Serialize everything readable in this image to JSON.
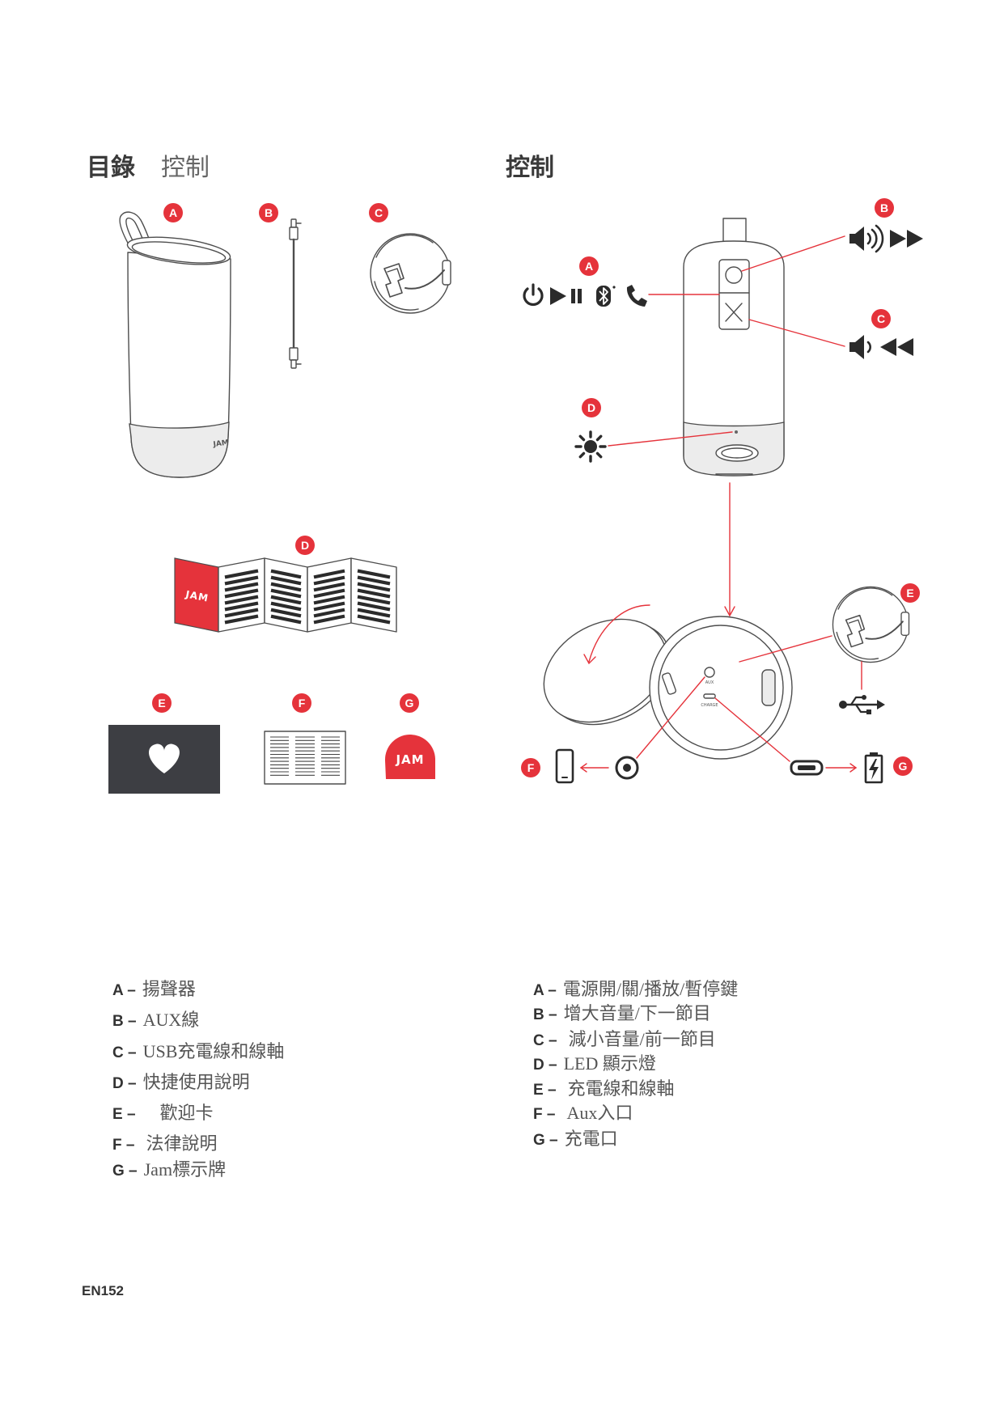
{
  "header": {
    "contents_title": "目錄",
    "contents_subtitle": "控制",
    "controls_title": "控制"
  },
  "contents": {
    "badges": [
      "A",
      "B",
      "C",
      "D",
      "E",
      "F",
      "G"
    ],
    "items": [
      {
        "key": "A –",
        "label": "揚聲器"
      },
      {
        "key": "B –",
        "label": "AUX線"
      },
      {
        "key": "C –",
        "label": "USB充電線和線軸"
      },
      {
        "key": "D –",
        "label": "快捷使用說明"
      },
      {
        "key": "E –",
        "label": "歡迎卡"
      },
      {
        "key": "F –",
        "label": "法律說明"
      },
      {
        "key": "G –",
        "label": "Jam標示牌"
      }
    ],
    "icons": [
      "speaker-illustration",
      "aux-cable-illustration",
      "cable-reel-illustration",
      "quick-start-leaflet-illustration",
      "heart-card-icon",
      "legal-booklet-illustration",
      "jam-logo-tag"
    ]
  },
  "controls": {
    "badges": [
      "A",
      "B",
      "C",
      "D",
      "E",
      "F",
      "G"
    ],
    "items": [
      {
        "key": "A –",
        "label": "電源開/關/播放/暫停鍵"
      },
      {
        "key": "B –",
        "label": "增大音量/下一節目"
      },
      {
        "key": "C –",
        "label": "減小音量/前一節目"
      },
      {
        "key": "D –",
        "label": "LED 顯示燈"
      },
      {
        "key": "E –",
        "label": "充電線和線軸"
      },
      {
        "key": "F –",
        "label": "Aux入口"
      },
      {
        "key": "G –",
        "label": "充電口"
      }
    ],
    "port_labels": {
      "aux": "AUX",
      "charge": "CHARGE"
    },
    "icons": {
      "a": [
        "power-icon",
        "play-icon",
        "pause-icon",
        "bluetooth-icon",
        "phone-icon"
      ],
      "b": [
        "volume-up-icon",
        "next-track-icon"
      ],
      "c": [
        "volume-down-icon",
        "previous-track-icon"
      ],
      "d": [
        "led-light-icon"
      ],
      "e": [
        "cable-reel-icon",
        "usb-icon"
      ],
      "f": [
        "smartphone-icon",
        "aux-port-icon"
      ],
      "g": [
        "charge-port-icon",
        "battery-charging-icon"
      ]
    }
  },
  "brand": {
    "logo_text": "JAM"
  },
  "footer": {
    "page_code": "EN152"
  },
  "colors": {
    "accent": "#e5333b",
    "dark": "#3d3e43",
    "ink": "#2b2b2b",
    "line": "#4d4d4d",
    "band": "#ececec"
  }
}
